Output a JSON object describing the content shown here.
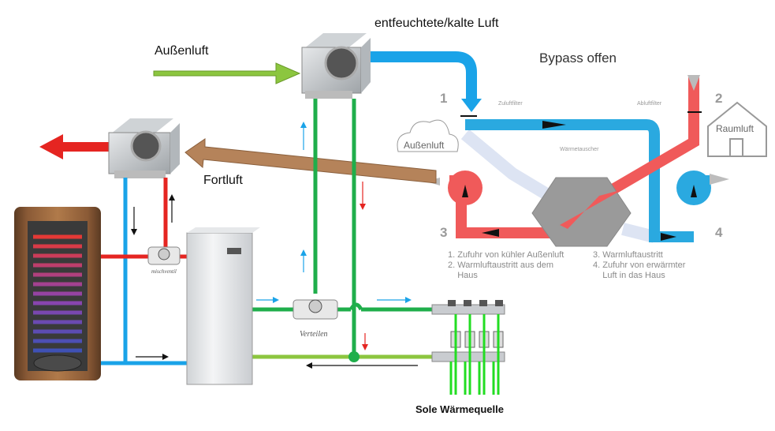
{
  "labels": {
    "aussenluft": "Außenluft",
    "entfeuchtet": "entfeuchtete/kalte Luft",
    "fortluft": "Fortluft",
    "sole": "Sole Wärmequelle",
    "mischventil": "mischventil",
    "verteilen": "Verteilen"
  },
  "bypass": {
    "title": "Bypass offen",
    "n1": "1",
    "n2": "2",
    "n3": "3",
    "n4": "4",
    "zuluftfilter": "Zuluftfilter",
    "abluftfilter": "Abluftfilter",
    "waermetauscher": "Wärmetauscher",
    "cloud": "Außenluft",
    "house": "Raumluft",
    "legend_left": [
      "1. Zufuhr von kühler Außenluft",
      "2. Warmluftaustritt aus dem",
      "    Haus"
    ],
    "legend_right": [
      "3. Warmluftaustritt",
      "4. Zufuhr von erwärmter",
      "    Luft in das Haus"
    ]
  },
  "colors": {
    "cold": "#1aa3e8",
    "warm": "#ef3b3b",
    "brine": "#1fae4b",
    "brine_light": "#8cc63f",
    "exhaust": "#b5835a",
    "bypass_blue": "#2aa9e0",
    "bypass_red": "#f05a5a"
  }
}
